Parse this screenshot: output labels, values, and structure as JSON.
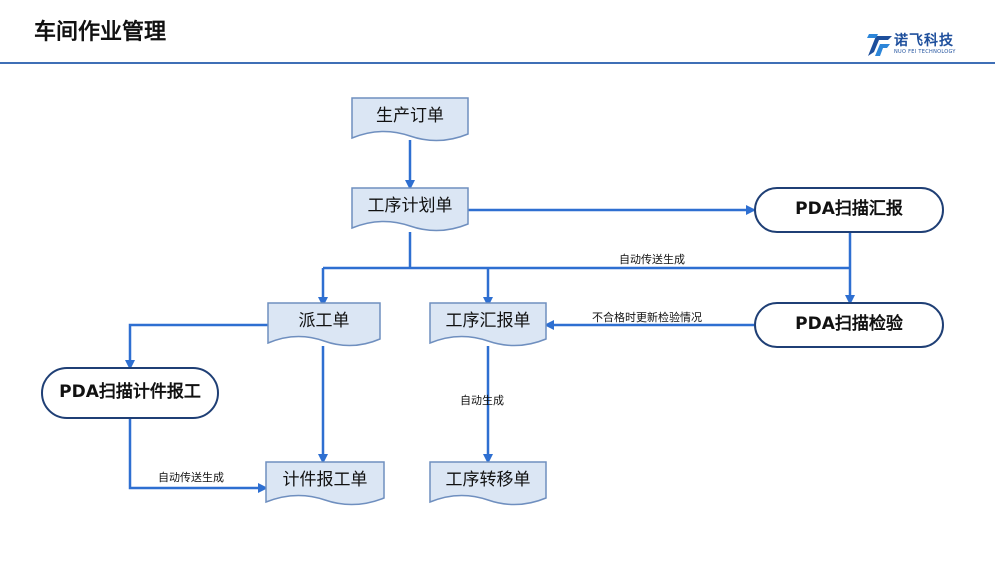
{
  "header": {
    "title": "车间作业管理"
  },
  "logo": {
    "name": "诺飞科技",
    "subtitle": "NUO FEI TECHNOLOGY"
  },
  "nodes": {
    "production_order": "生产订单",
    "process_plan": "工序计划单",
    "pda_scan_report": "PDA扫描汇报",
    "dispatch_order": "派工单",
    "process_report": "工序汇报单",
    "pda_scan_inspection": "PDA扫描检验",
    "pda_piece_report": "PDA扫描计件报工",
    "piece_work_report": "计件报工单",
    "process_transfer": "工序转移单"
  },
  "edges": {
    "auto_send_generate_top": "自动传送生成",
    "unqualified_update": "不合格时更新检验情况",
    "auto_generate": "自动生成",
    "auto_send_generate_left": "自动传送生成"
  },
  "colors": {
    "line": "#2e6fd1",
    "box_fill": "#dbe6f4",
    "box_border": "#6f8fbf",
    "accent": "#3f6fb6"
  }
}
